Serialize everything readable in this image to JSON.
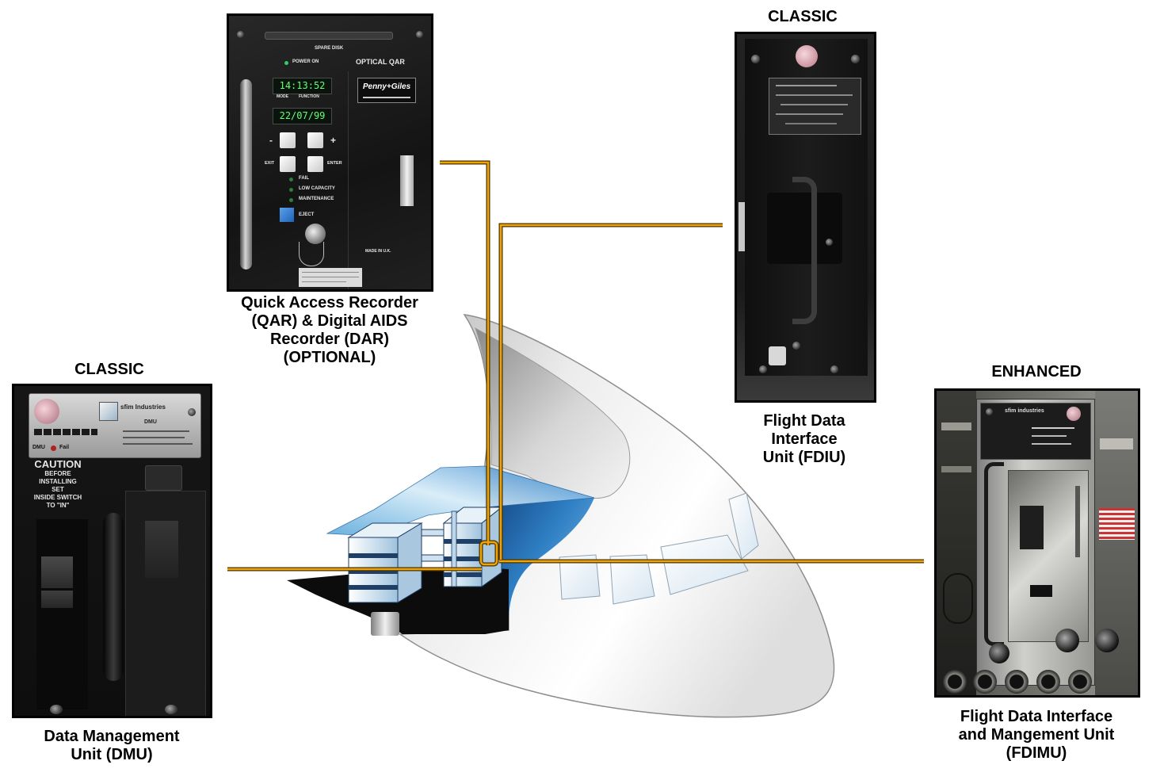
{
  "diagram": {
    "qar": {
      "label_lines": [
        "Quick Access Recorder",
        "(QAR) & Digital AIDS",
        "Recorder (DAR)",
        "(OPTIONAL)"
      ],
      "panel": {
        "spare_disk": "SPARE DISK",
        "power_on": "POWER ON",
        "title": "OPTICAL QAR",
        "time_display": "14:13:52",
        "mode": "MODE",
        "function": "FUNCTION",
        "date_display": "22/07/99",
        "brand": "Penny+Giles",
        "minus": "-",
        "plus": "+",
        "exit": "EXIT",
        "enter": "ENTER",
        "fail": "FAIL",
        "low_capacity": "LOW CAPACITY",
        "maintenance": "MAINTENANCE",
        "eject": "EJECT",
        "made_in": "MADE IN U.K."
      }
    },
    "fdiu": {
      "heading": "CLASSIC",
      "label_lines": [
        "Flight Data",
        "Interface",
        "Unit (FDIU)"
      ]
    },
    "dmu": {
      "heading": "CLASSIC",
      "label_lines": [
        "Data Management",
        "Unit (DMU)"
      ],
      "panel": {
        "brand": "sfim Industries",
        "model": "DMU",
        "status_unit": "DMU",
        "status_fail": "Fail",
        "caution_lines": [
          "CAUTION",
          "BEFORE",
          "INSTALLING",
          "SET",
          "INSIDE SWITCH",
          "TO \"IN\""
        ]
      }
    },
    "fdimu": {
      "heading": "ENHANCED",
      "label_lines": [
        "Flight Data Interface",
        "and Mangement Unit",
        "(FDIMU)"
      ],
      "panel": {
        "brand": "sfim industries"
      }
    }
  },
  "colors": {
    "connector": "#f0a500",
    "connector_outline": "#4a3000",
    "label_text": "#000000",
    "background": "#ffffff",
    "cockpit_blue": "#2f7fc4"
  }
}
